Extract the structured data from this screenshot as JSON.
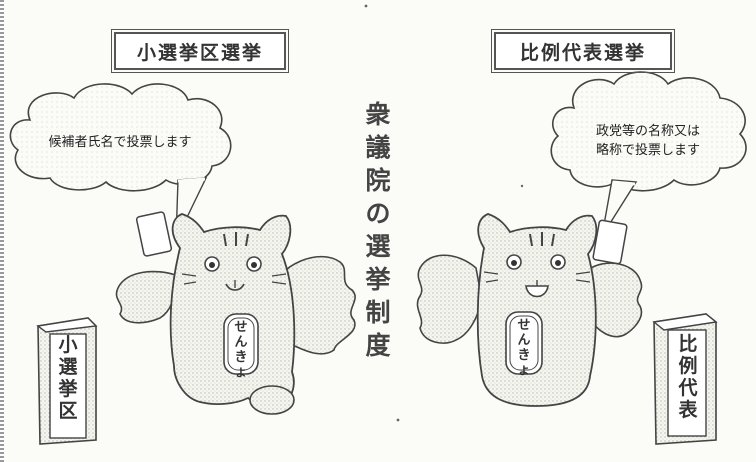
{
  "page_title": "衆議院の選挙制度",
  "left_panel": {
    "heading": "小選挙区選挙",
    "speech": "候補者氏名で投票します",
    "box_label": "小選挙区",
    "badge": "せんきょ"
  },
  "right_panel": {
    "heading": "比例代表選挙",
    "speech_line1": "政党等の名称又は",
    "speech_line2": "略称で投票します",
    "box_label": "比例代表",
    "badge": "せんきょ"
  },
  "colors": {
    "outline": "#444444",
    "fill": "#f2f2ec",
    "stipple": "#b8b8b0"
  }
}
